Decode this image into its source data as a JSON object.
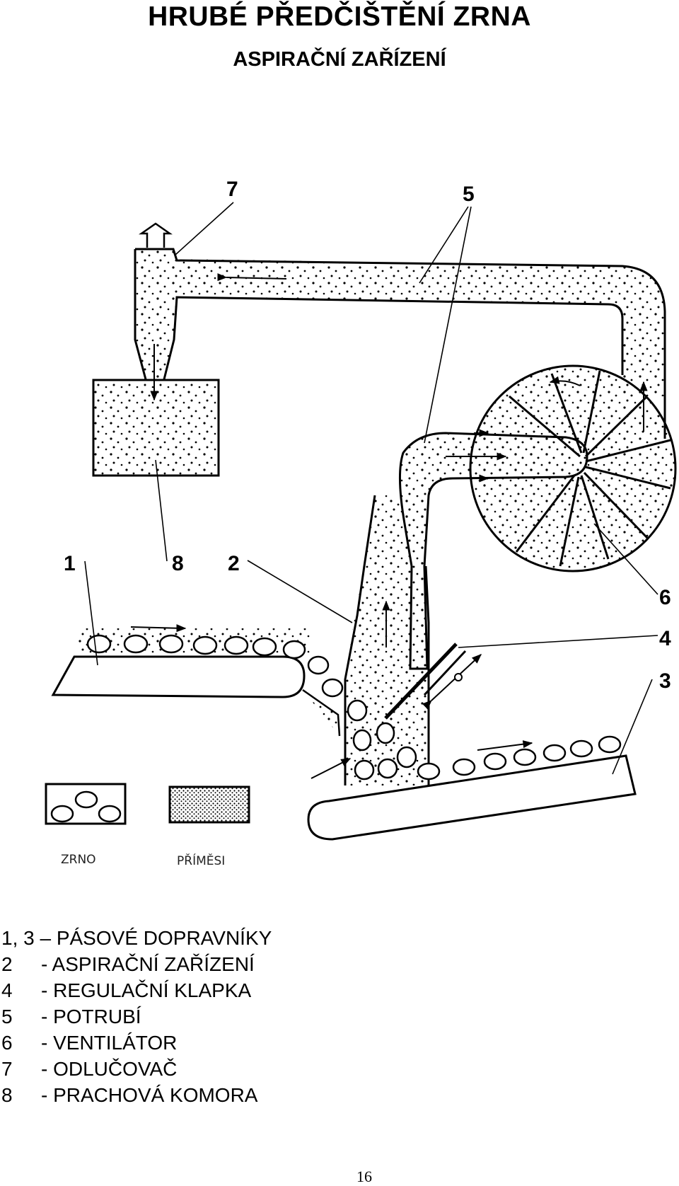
{
  "header": {
    "title": "HRUBÉ PŘEDČIŠTĚNÍ ZRNA",
    "subtitle": "ASPIRAČNÍ ZAŘÍZENÍ"
  },
  "diagram": {
    "labels": [
      "1",
      "2",
      "3",
      "4",
      "5",
      "6",
      "7",
      "8"
    ],
    "key_grain": "ZRNO",
    "key_impurities": "PŘÍMĚSI"
  },
  "legend": [
    {
      "key": "1, 3",
      "text": " – PÁSOVÉ DOPRAVNÍKY"
    },
    {
      "key": "2",
      "text": "- ASPIRAČNÍ ZAŘÍZENÍ"
    },
    {
      "key": "4",
      "text": "- REGULAČNÍ KLAPKA"
    },
    {
      "key": "5",
      "text": "- POTRUBÍ"
    },
    {
      "key": "6",
      "text": "- VENTILÁTOR"
    },
    {
      "key": "7",
      "text": "- ODLUČOVAČ"
    },
    {
      "key": "8",
      "text": "- PRACHOVÁ KOMORA"
    }
  ],
  "page_number": "16"
}
